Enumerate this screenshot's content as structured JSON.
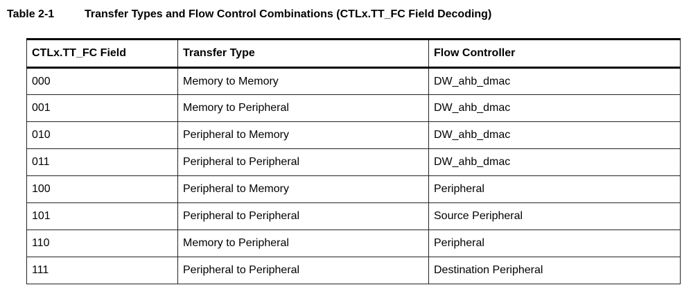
{
  "caption": {
    "number": "Table 2-1",
    "title": "Transfer Types and Flow Control Combinations (CTLx.TT_FC Field Decoding)"
  },
  "table": {
    "headers": [
      "CTLx.TT_FC Field",
      "Transfer Type",
      "Flow Controller"
    ],
    "rows": [
      [
        "000",
        "Memory to Memory",
        "DW_ahb_dmac"
      ],
      [
        "001",
        "Memory to Peripheral",
        "DW_ahb_dmac"
      ],
      [
        "010",
        "Peripheral to Memory",
        "DW_ahb_dmac"
      ],
      [
        "011",
        "Peripheral to Peripheral",
        "DW_ahb_dmac"
      ],
      [
        "100",
        "Peripheral to Memory",
        "Peripheral"
      ],
      [
        "101",
        "Peripheral to Peripheral",
        "Source Peripheral"
      ],
      [
        "110",
        "Memory to Peripheral",
        "Peripheral"
      ],
      [
        "111",
        "Peripheral to Peripheral",
        "Destination Peripheral"
      ]
    ]
  }
}
